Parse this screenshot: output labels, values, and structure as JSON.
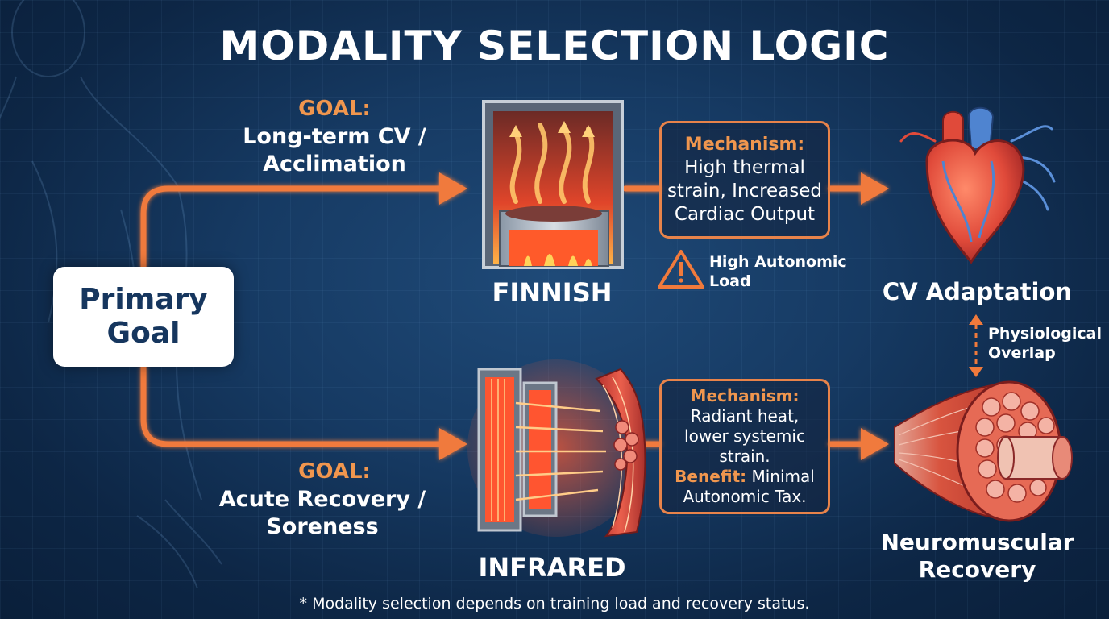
{
  "title": "MODALITY SELECTION LOGIC",
  "primary_goal": {
    "line1": "Primary",
    "line2": "Goal"
  },
  "top_branch": {
    "goal_label": "GOAL:",
    "goal_line1": "Long-term CV /",
    "goal_line2": "Acclimation",
    "modality": "FINNISH",
    "mechanism_title": "Mechanism:",
    "mechanism_lines": [
      "High thermal",
      "strain, Increased",
      "Cardiac Output"
    ],
    "warning_line1": "High Autonomic",
    "warning_line2": "Load",
    "outcome": "CV Adaptation"
  },
  "bottom_branch": {
    "goal_label": "GOAL:",
    "goal_line1": "Acute Recovery /",
    "goal_line2": "Soreness",
    "modality": "INFRARED",
    "mechanism_title": "Mechanism:",
    "mechanism_lines": [
      "Radiant heat,",
      "lower systemic",
      "strain."
    ],
    "benefit_label": "Benefit:",
    "benefit_text1": " Minimal",
    "benefit_text2": "Autonomic Tax.",
    "outcome_line1": "Neuromuscular",
    "outcome_line2": "Recovery"
  },
  "overlap": {
    "line1": "Physiological",
    "line2": "Overlap"
  },
  "footnote": "* Modality selection depends on training load and recovery status.",
  "colors": {
    "accent": "#f0964e",
    "arrow": "#f07a3c",
    "background": "#163a63"
  }
}
